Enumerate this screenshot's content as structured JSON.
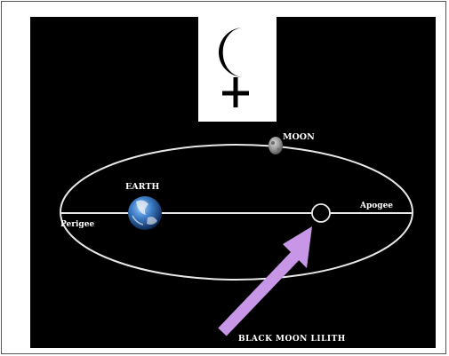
{
  "symbol": {
    "name": "black-moon-lilith-glyph"
  },
  "labels": {
    "moon": "MOON",
    "earth": "EARTH",
    "perigee": "Perigee",
    "apogee": "Apogee",
    "black_moon_lilith": "BLACK MOON LILITH"
  },
  "colors": {
    "background": "#000000",
    "orbit": "#e8e8e8",
    "arrow": "#c796e6",
    "text": "#ffffff",
    "symbol_panel": "#ffffff",
    "glyph": "#000000"
  }
}
